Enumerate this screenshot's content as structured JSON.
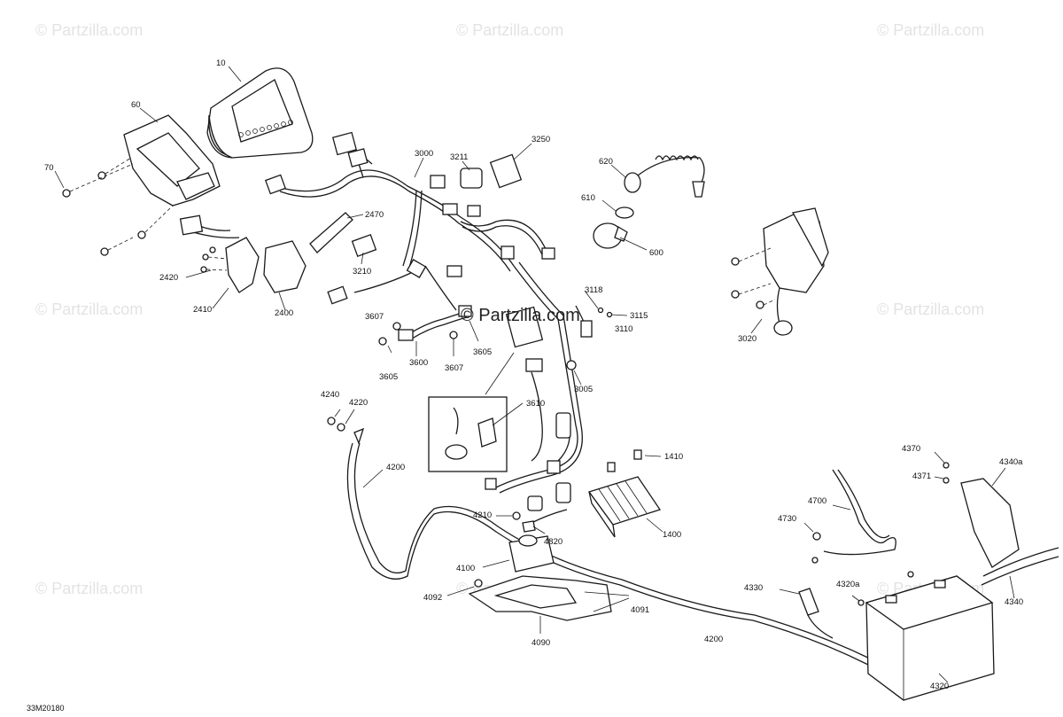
{
  "watermark": "© Partzilla.com",
  "center_watermark": "© Partzilla.com",
  "diagram_code": "33M20180",
  "callouts": [
    "10",
    "60",
    "70",
    "3000",
    "3211",
    "3250",
    "620",
    "610",
    "600",
    "2470",
    "3210",
    "2420",
    "2410",
    "2400",
    "3118",
    "3115",
    "3110",
    "3607",
    "3600",
    "3605",
    "3005",
    "3020",
    "3610",
    "4240",
    "4220",
    "4200",
    "1410",
    "4370",
    "4371",
    "4340a",
    "4700",
    "4210",
    "4820",
    "1400",
    "4730",
    "4100",
    "4092",
    "4091",
    "4090",
    "4330",
    "4320a",
    "4340",
    "4320"
  ]
}
